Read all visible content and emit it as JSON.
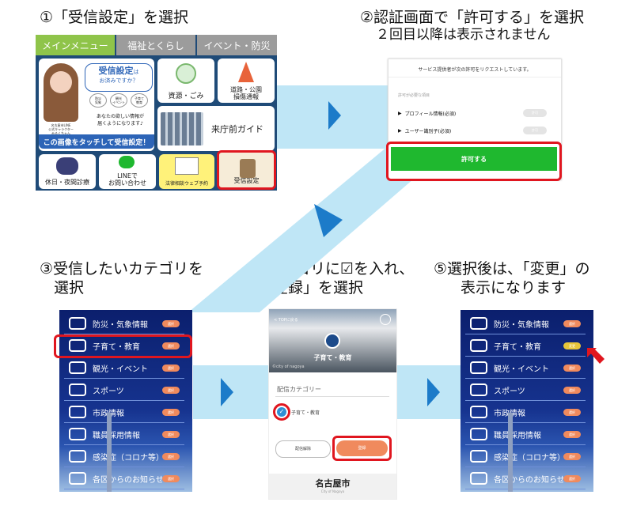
{
  "steps": {
    "s1": "①「受信設定」を選択",
    "s2a": "②認証画面で「許可する」を選択",
    "s2b": "２回目以降は表示されません",
    "s3a": "③受信したいカテゴリを",
    "s3b": "選択",
    "s4a": "④カテゴリに☑を入れ、",
    "s4b": "「登録」を選択",
    "s5a": "⑤選択後は、「変更」の",
    "s5b": "表示になります"
  },
  "menu": {
    "tabs": [
      "メインメニュー",
      "福祉とくらし",
      "イベント・防災"
    ],
    "promo_title": "受信設定",
    "promo_wa": "は",
    "promo_q": "お済みですか？",
    "promo_tags": [
      "防災\n気象",
      "観光\nイベント",
      "子育て\n教育"
    ],
    "promo_line1": "あなたの欲しい情報が",
    "promo_line2": "届くようになります♪",
    "promo_banner": "この画像をタッチして受信設定！",
    "promo_side": "名古屋市LINE\n公式キャラクター\nみるくちゃん",
    "tiles": {
      "recycle": "資源・ごみ",
      "road": "道路・公園\n損傷通報",
      "building": "来庁前ガイド",
      "clinic": "休日・夜間診療",
      "line_contact": "LINEで\nお問い合わせ",
      "law": "法律相談ウェブ予約",
      "settings": "受信設定"
    }
  },
  "auth": {
    "header": "サービス提供者が次の許可をリクエストしています。",
    "section": "許可が必要な項目",
    "items": [
      {
        "label": "プロフィール情報(必須)",
        "badge": "許可"
      },
      {
        "label": "ユーザー識別子(必須)",
        "badge": "許可"
      }
    ],
    "allow_button": "許可する"
  },
  "categories": [
    {
      "label": "防災・気象情報",
      "icon": "disaster-icon",
      "badge": "選択"
    },
    {
      "label": "子育て・教育",
      "icon": "child-icon",
      "badge": "選択"
    },
    {
      "label": "観光・イベント",
      "icon": "bell-icon",
      "badge": "選択"
    },
    {
      "label": "スポーツ",
      "icon": "runner-icon",
      "badge": "選択"
    },
    {
      "label": "市政情報",
      "icon": "newspaper-icon",
      "badge": "選択"
    },
    {
      "label": "職員採用情報",
      "icon": "pen-icon",
      "badge": "選択"
    },
    {
      "label": "感染症（コロナ等）",
      "icon": "mask-icon",
      "badge": "選択"
    },
    {
      "label": "各区からのお知らせ",
      "icon": "house-icon",
      "badge": "選択"
    }
  ],
  "changed_badge": "変更",
  "detail": {
    "back": "< TOPに戻る",
    "title": "子育て・教育",
    "credit": "©city of nagoya",
    "section": "配信カテゴリー",
    "checkbox_label": "子育て・教育",
    "cancel": "配信解除",
    "register": "登録",
    "footer": "名古屋市",
    "footer_sub": "City of Nagoya"
  },
  "colors": {
    "accent_red": "#e0161f",
    "line_green": "#1fb82f",
    "band_blue": "#bfe6f6",
    "arrow_blue": "#1c7bc9",
    "badge_orange": "#f08a5d",
    "badge_yellow": "#e6c53a"
  }
}
